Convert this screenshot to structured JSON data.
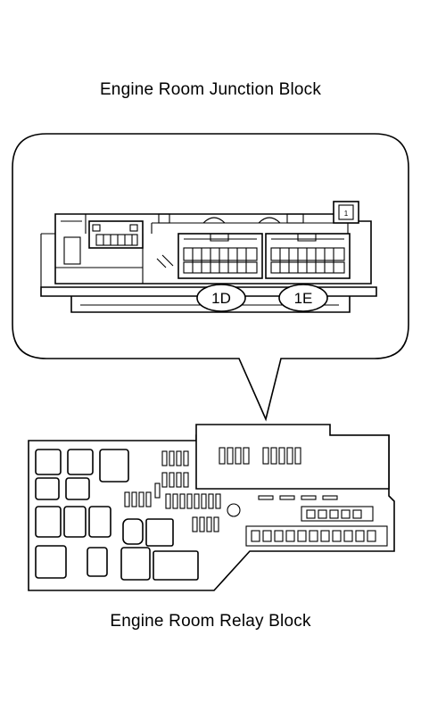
{
  "titles": {
    "top": "Engine Room Junction Block",
    "bottom": "Engine Room Relay Block"
  },
  "connectors": {
    "left": "1D",
    "right": "1E"
  },
  "small_connector": "1"
}
